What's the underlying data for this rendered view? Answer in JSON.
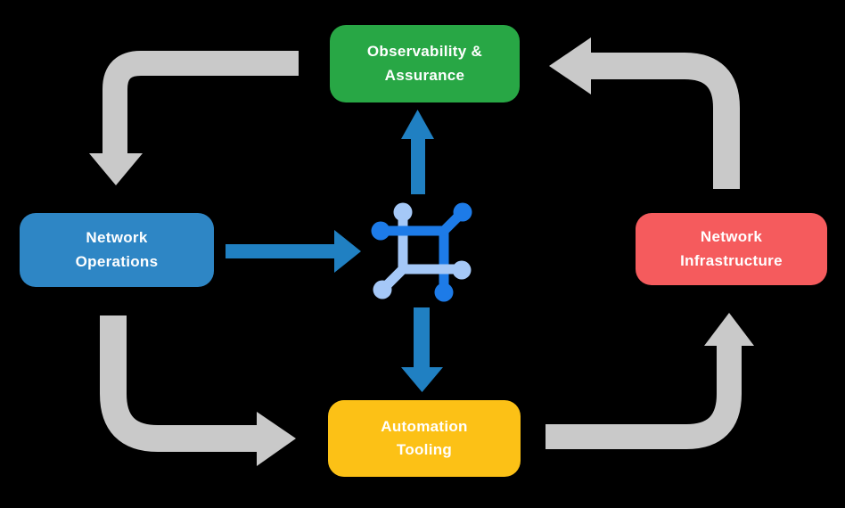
{
  "title": "Network automation cycle diagram",
  "colors": {
    "background": "#000000",
    "observability_green": "#28A745",
    "operations_blue": "#2E86C5",
    "infrastructure_red": "#F55B5D",
    "tooling_yellow": "#FCC116",
    "cycle_arrow_gray": "#C9C9C9",
    "flow_arrow_blue": "#2080C2",
    "icon_dark_blue": "#1D7BE8",
    "icon_light_blue": "#A5C8F7",
    "label_text": "#FFFFFF"
  },
  "diagram": {
    "nodes": {
      "observability": {
        "label": "Observability &\nAssurance",
        "color": "#28A745"
      },
      "operations": {
        "label": "Network\nOperations",
        "color": "#2E86C5"
      },
      "infrastructure": {
        "label": "Network\nInfrastructure",
        "color": "#F55B5D"
      },
      "tooling": {
        "label": "Automation\nTooling",
        "color": "#FCC116"
      }
    },
    "center_icon": "network-mesh-icon",
    "edges": [
      {
        "from": "observability",
        "to": "operations",
        "style": "elbow",
        "color": "#C9C9C9"
      },
      {
        "from": "operations",
        "to": "tooling",
        "style": "elbow",
        "color": "#C9C9C9"
      },
      {
        "from": "tooling",
        "to": "infrastructure",
        "style": "elbow",
        "color": "#C9C9C9"
      },
      {
        "from": "infrastructure",
        "to": "observability",
        "style": "elbow",
        "color": "#C9C9C9"
      },
      {
        "from": "operations",
        "to": "center-icon",
        "style": "straight",
        "color": "#2080C2"
      },
      {
        "from": "center-icon",
        "to": "observability",
        "style": "straight",
        "color": "#2080C2"
      },
      {
        "from": "center-icon",
        "to": "tooling",
        "style": "straight",
        "color": "#2080C2"
      }
    ]
  }
}
